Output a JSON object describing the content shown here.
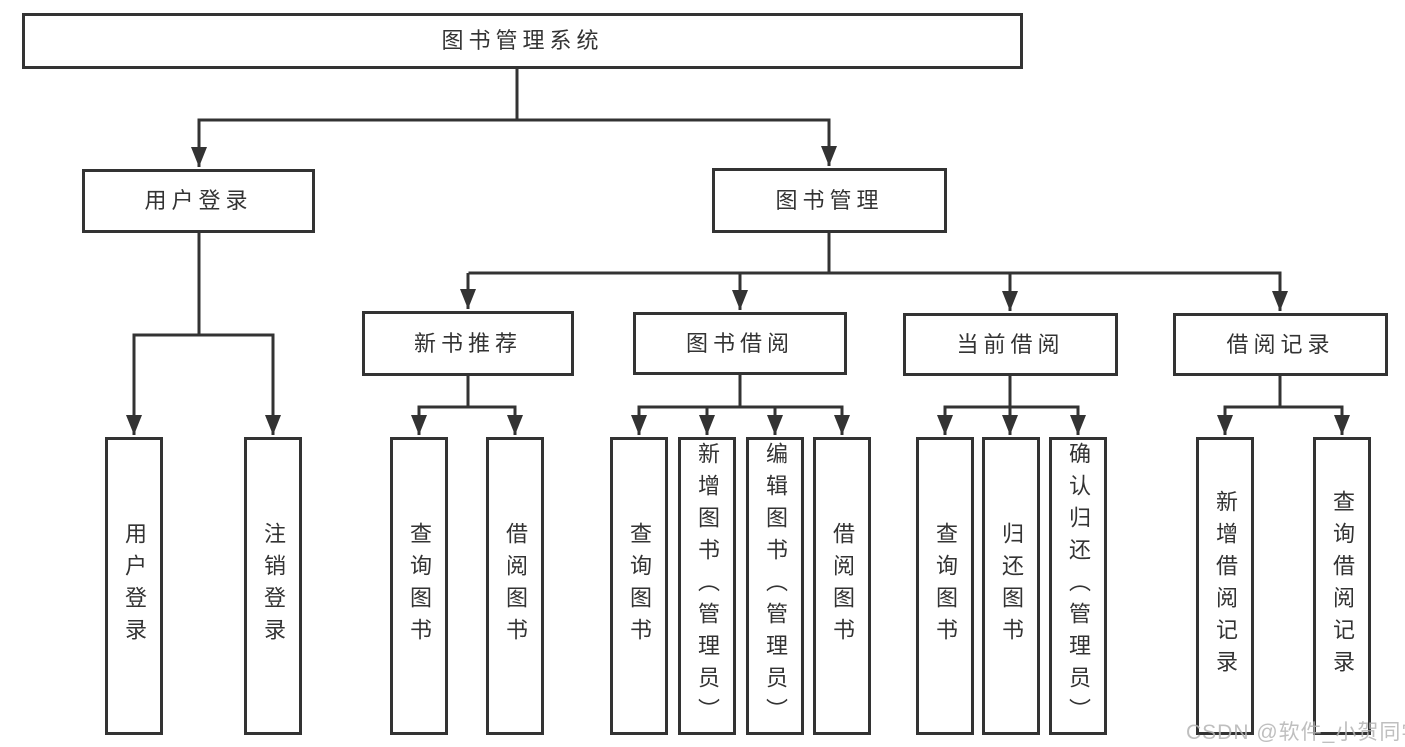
{
  "diagram": {
    "tree": {
      "label": "图书管理系统",
      "children": [
        {
          "label": "用户登录",
          "children": [
            {
              "label": "用户登录"
            },
            {
              "label": "注销登录"
            }
          ]
        },
        {
          "label": "图书管理",
          "children": [
            {
              "label": "新书推荐",
              "children": [
                {
                  "label": "查询图书"
                },
                {
                  "label": "借阅图书"
                }
              ]
            },
            {
              "label": "图书借阅",
              "children": [
                {
                  "label": "查询图书"
                },
                {
                  "label": "新增图书（管理员）"
                },
                {
                  "label": "编辑图书（管理员）"
                },
                {
                  "label": "借阅图书"
                }
              ]
            },
            {
              "label": "当前借阅",
              "children": [
                {
                  "label": "查询图书"
                },
                {
                  "label": "归还图书"
                },
                {
                  "label": "确认归还（管理员）"
                }
              ]
            },
            {
              "label": "借阅记录",
              "children": [
                {
                  "label": "新增借阅记录"
                },
                {
                  "label": "查询借阅记录"
                }
              ]
            }
          ]
        }
      ]
    }
  },
  "colors": {
    "line": "#333333",
    "text": "#333333",
    "background": "#ffffff",
    "watermark": "#b5b5b5"
  },
  "watermark": {
    "text": "CSDN @软件_小贺同学"
  }
}
